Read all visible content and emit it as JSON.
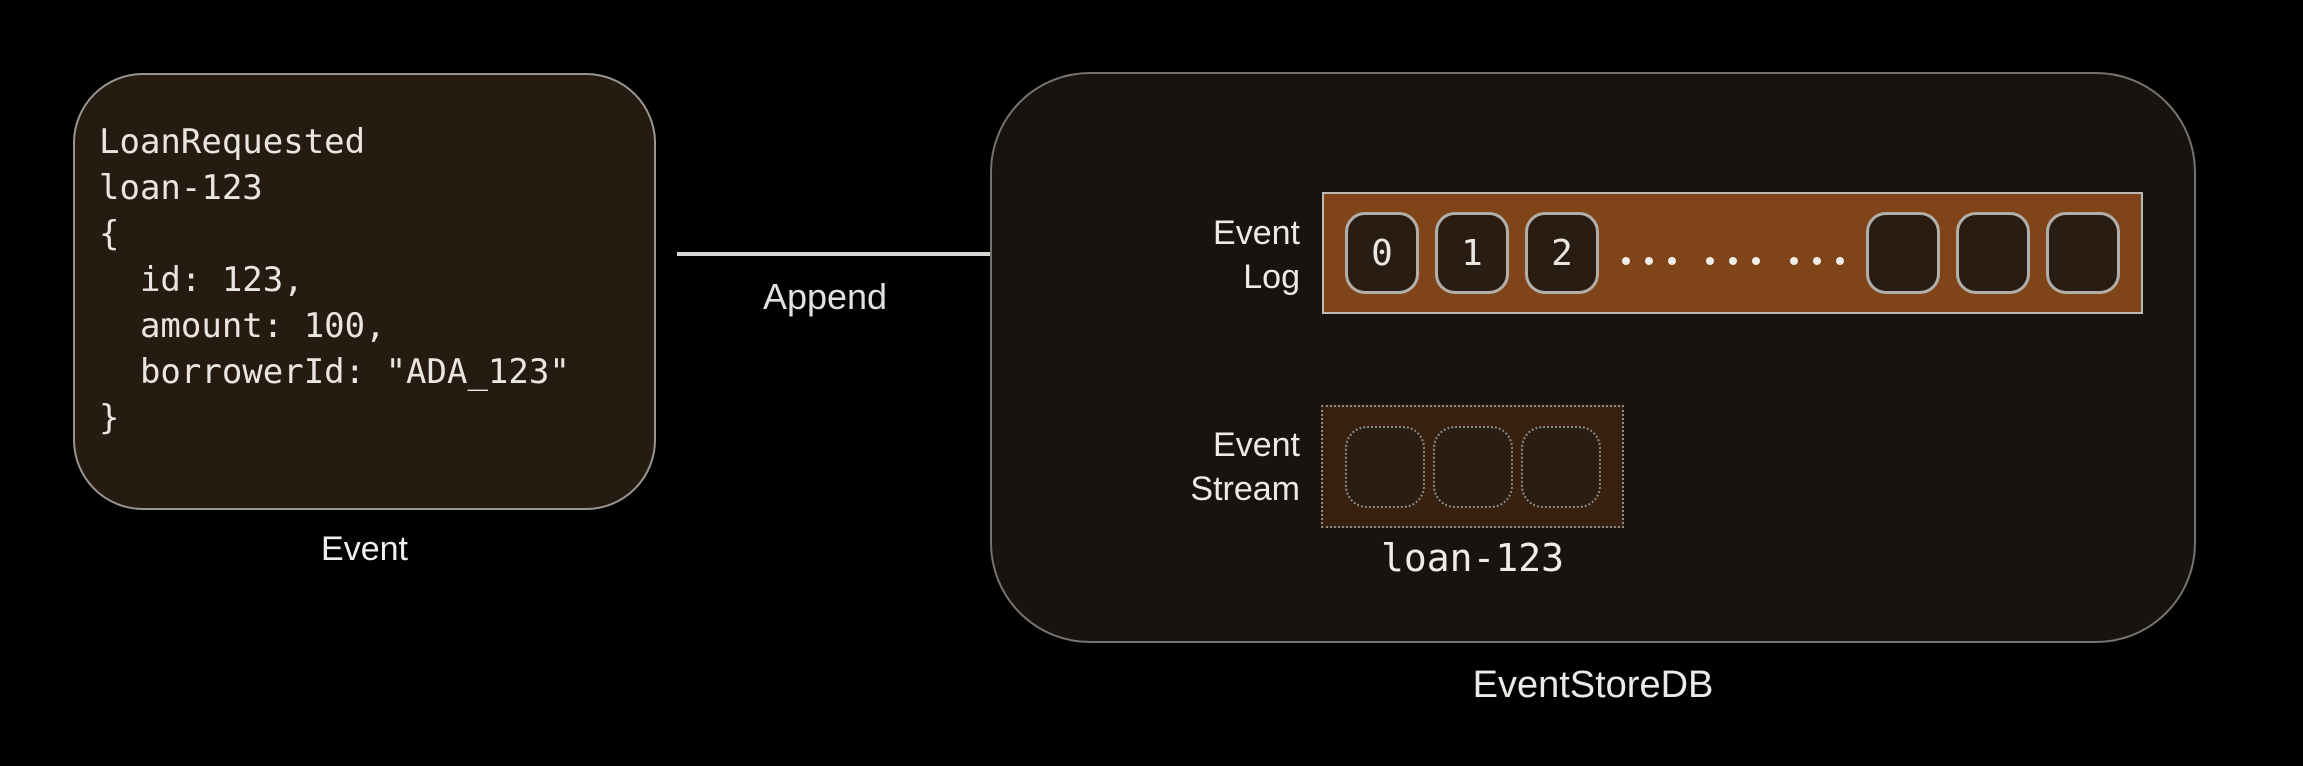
{
  "colors": {
    "background": "#000000",
    "card_fill": "#251b11",
    "container_fill": "#171310",
    "log_bar_fill": "#7f4417",
    "stream_box_fill": "#38220f",
    "cell_fill": "#291c12",
    "line_gray": "#d9d7d4",
    "text_light": "#eceae7"
  },
  "event_card": {
    "code_lines": [
      "LoanRequested",
      "loan-123",
      "{",
      "  id: 123,",
      "  amount: 100,",
      "  borrowerId: \"ADA_123\"",
      "}"
    ],
    "caption": "Event"
  },
  "append_arrow": {
    "label": "Append"
  },
  "eventstoredb": {
    "caption": "EventStoreDB",
    "event_log": {
      "label_line1": "Event",
      "label_line2": "Log",
      "numbered_cells": [
        "0",
        "1",
        "2"
      ],
      "ellipsis_groups": 3,
      "dots_per_group": 3,
      "empty_cells": 3
    },
    "event_stream": {
      "label_line1": "Event",
      "label_line2": "Stream",
      "placeholder_cells": 3,
      "stream_name": "loan-123"
    }
  }
}
